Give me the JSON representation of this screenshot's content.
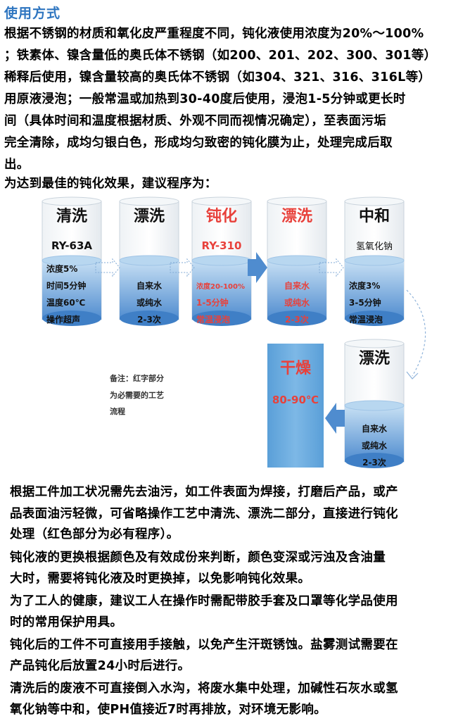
{
  "heading": "使用方式",
  "intro_lines": [
    "根据不锈钢的材质和氧化皮严重程度不同，钝化液使用浓度为20%～100%",
    "；铁素体、镍含量低的奥氏体不锈钢（如200、201、202、300、301等）",
    "稀释后使用，镍含量较高的奥氏体不锈钢（如304、321、316、316L等）",
    "用原液浸泡；一般常温或加热到30-40度后使用，浸泡1-5分钟或更长时",
    "间（具体时间和温度根据材质、外观不同而视情况确定），至表面污垢",
    "完全清除，成均匀银白色，形成均匀致密的钝化膜为止，处理完成后取",
    "出。",
    "为达到最佳的钝化效果，建议程序为："
  ],
  "steps": [
    {
      "title": "清洗",
      "product": "RY-63A",
      "lines": [
        "浓度5%",
        "时间5分钟",
        "温度60℃",
        "操作超声"
      ]
    },
    {
      "title": "漂洗",
      "product": "",
      "lines": [
        "自来水",
        "或纯水",
        "2-3次"
      ]
    },
    {
      "title": "钝化",
      "product": "RY-310",
      "lines": [
        "浓度20-100%",
        "1-5分钟",
        "常温浸泡"
      ]
    },
    {
      "title": "漂洗",
      "product": "",
      "lines": [
        "自来水",
        "或纯水",
        "2-3次"
      ]
    },
    {
      "title": "中和",
      "product": "氢氧化钠",
      "lines": [
        "浓度3%",
        "3-5分钟",
        "常温浸泡"
      ]
    },
    {
      "title": "漂洗",
      "product": "",
      "lines": [
        "自来水",
        "或纯水",
        "2-3次"
      ]
    }
  ],
  "dry": {
    "title": "干燥",
    "temp": "80-90℃"
  },
  "note_lines": [
    "备注：红字部分",
    "为必需要的工艺",
    "流程"
  ],
  "colors": {
    "heading": "#2e75c0",
    "required": "#e8413b",
    "water_top": "#bcd9f1",
    "water_bottom": "#5b94d0",
    "dry": "#66a8dc"
  },
  "lower_lines": [
    "根据工件加工状况需先去油污，如工件表面为焊接，打磨后产品，或产",
    "品表面油污轻微，可省略操作工艺中清洗、漂洗二部分，直接进行钝化",
    "处理（红色部分为必有程序）。",
    "   钝化液的更换根据颜色及有效成份来判断，颜色变深或污浊及含油量",
    "大时，需要将钝化液及时更换掉，以免影响钝化效果。",
    "为了工人的健康，建议工人在操作时需配带胶手套及口罩等化学品使用",
    "时的常用保护用具。",
    "钝化后的工件不可直接用手接触，以免产生汗斑锈蚀。盐雾测试需要在",
    "产品钝化后放置24小时后进行。",
    "清洗后的废液不可直接倒入水沟，将废水集中处理，加碱性石灰水或氢",
    "氧化钠等中和，使PH值接近7时再排放，对环境无影响。"
  ]
}
